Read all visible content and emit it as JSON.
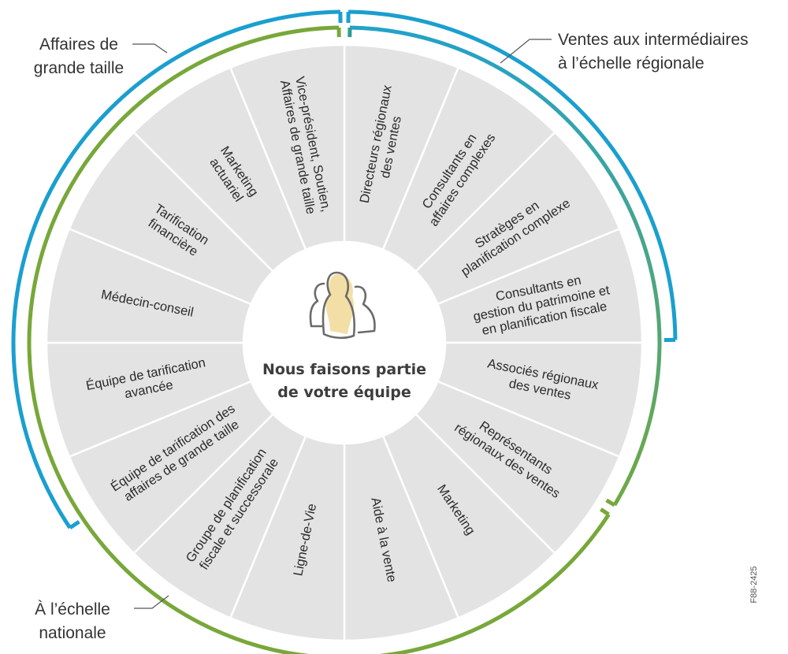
{
  "center": {
    "title_lines": [
      "Nous faisons partie",
      "de votre équipe"
    ],
    "icon": "team-people-icon"
  },
  "segments": [
    {
      "lines": [
        "Directeurs régionaux",
        "des ventes"
      ]
    },
    {
      "lines": [
        "Consultants en",
        "affaires complexes"
      ]
    },
    {
      "lines": [
        "Stratèges en",
        "planification complexe"
      ]
    },
    {
      "lines": [
        "Consultants en",
        "gestion du patrimoine et",
        "en planification fiscale"
      ]
    },
    {
      "lines": [
        "Associés régionaux",
        "des ventes"
      ]
    },
    {
      "lines": [
        "Représentants",
        "régionaux des ventes"
      ]
    },
    {
      "lines": [
        "Marketing"
      ]
    },
    {
      "lines": [
        "Aide à la vente"
      ]
    },
    {
      "lines": [
        "Ligne-de-Vie"
      ]
    },
    {
      "lines": [
        "Groupe de planification",
        "fiscale et successorale"
      ]
    },
    {
      "lines": [
        "Équipe de tarification des",
        "affaires de grande taille"
      ]
    },
    {
      "lines": [
        "Équipe de tarification",
        "avancée"
      ]
    },
    {
      "lines": [
        "Médecin-conseil"
      ]
    },
    {
      "lines": [
        "Tarification",
        "financière"
      ]
    },
    {
      "lines": [
        "Marketing",
        "actuariel"
      ]
    },
    {
      "lines": [
        "Vice-président, Soutien,",
        "Affaires de grande taille"
      ]
    }
  ],
  "groups": [
    {
      "lines": [
        "Affaires de",
        "grande taille"
      ]
    },
    {
      "lines": [
        "Ventes aux intermédiaires",
        "à l’échelle régionale"
      ]
    },
    {
      "lines": [
        "À l’échelle",
        "nationale"
      ]
    }
  ],
  "colors": {
    "segment_fill": "#e3e3e4",
    "blue_ring": "#1a9fcf",
    "green_ring": "#78a73a",
    "teal_ring": "#2e9f90",
    "icon_stroke": "#6b6b6b",
    "icon_highlight": "#f3dfa6"
  },
  "code": "F88-2425"
}
